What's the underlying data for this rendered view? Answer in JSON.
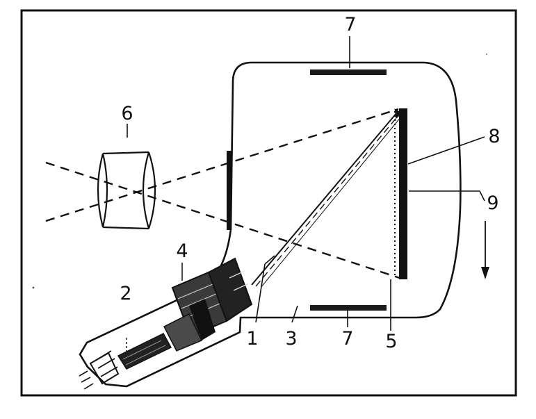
{
  "diagram": {
    "labels": {
      "l1": "1",
      "l2": "2",
      "l3": "3",
      "l4": "4",
      "l5": "5",
      "l6": "6",
      "l7_top": "7",
      "l7_bottom": "7",
      "l8": "8",
      "l9": "9"
    },
    "colors": {
      "ink": "#111111",
      "paper": "#ffffff"
    }
  }
}
